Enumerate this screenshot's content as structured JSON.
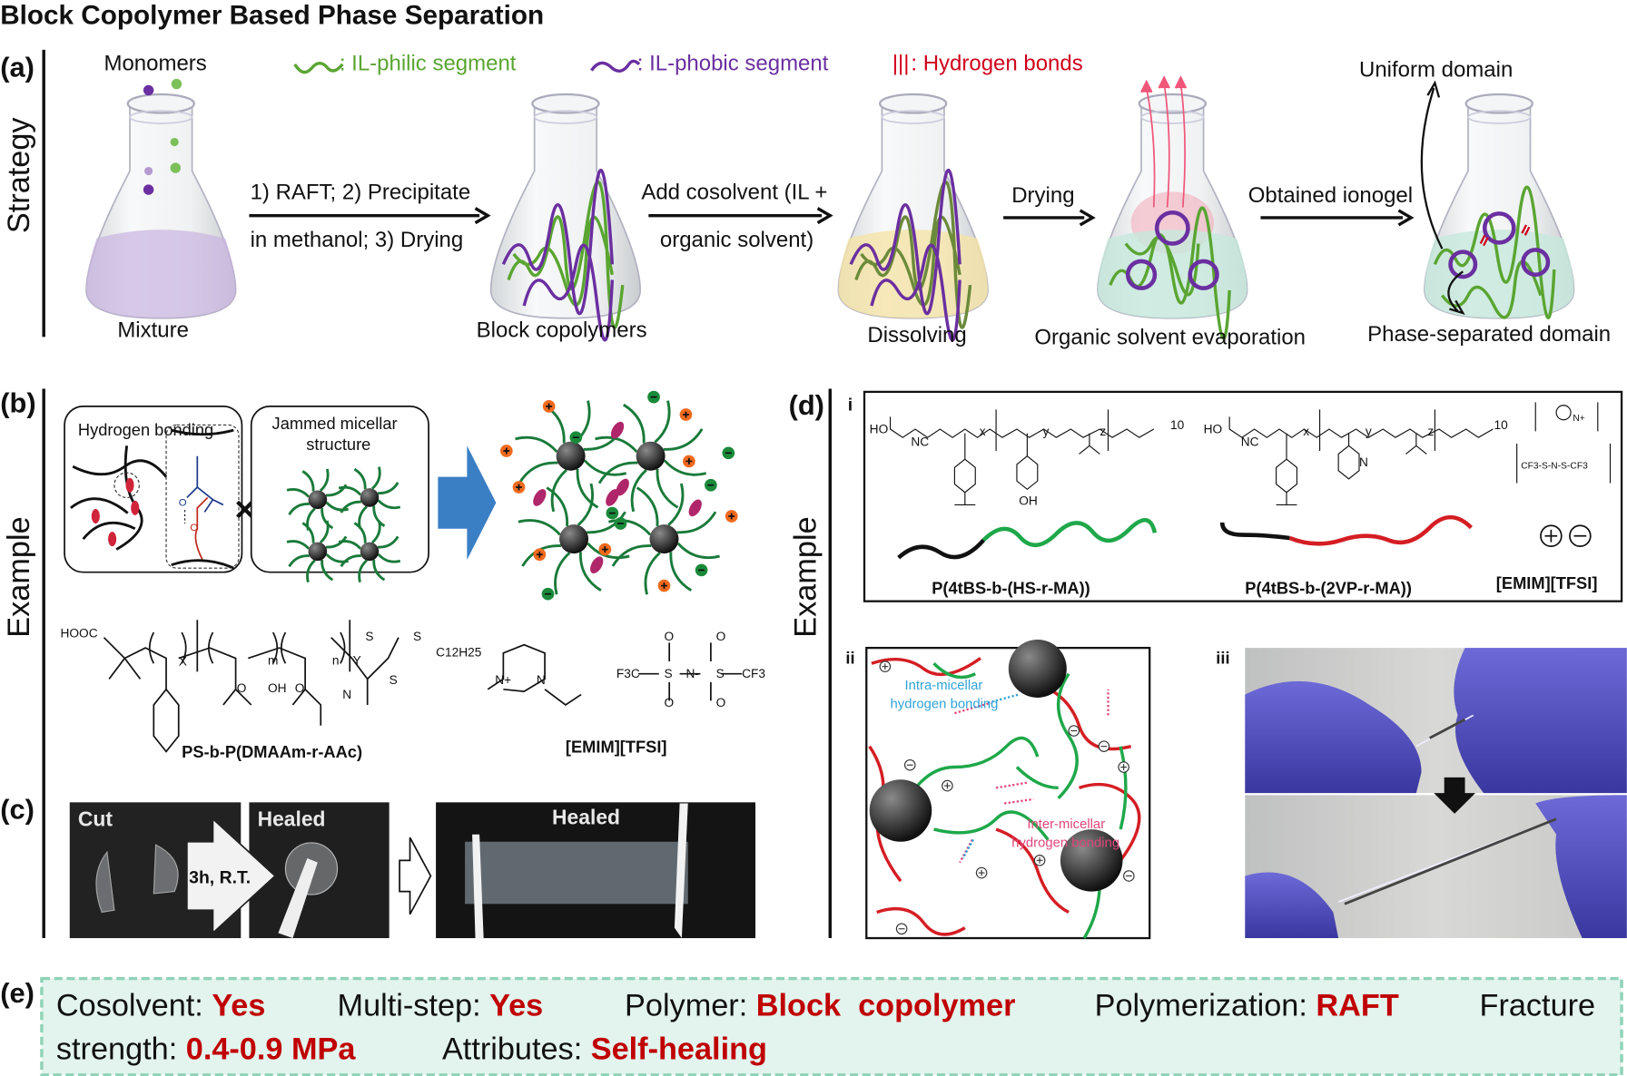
{
  "title": "Block Copolymer Based Phase Separation",
  "panels": {
    "a": "(a)",
    "b": "(b)",
    "c": "(c)",
    "d": "(d)",
    "e": "(e)"
  },
  "side_labels": {
    "strategy": "Strategy",
    "example_b": "Example",
    "example_d": "Example"
  },
  "legend": {
    "monomers": "Monomers",
    "il_philic": ": IL-philic segment",
    "il_phobic": ": IL-phobic segment",
    "hbond_symbol": "|||",
    "hbond": ": Hydrogen bonds",
    "colors": {
      "il_philic": "#5aa532",
      "il_phobic": "#6a2fa0",
      "hbond": "#d0021b"
    }
  },
  "steps": [
    {
      "line1": "1) RAFT; 2) Precipitate",
      "line2": "in methanol; 3) Drying"
    },
    {
      "line1": "Add cosolvent (IL +",
      "line2": "organic solvent)"
    },
    {
      "line1": "Drying"
    },
    {
      "line1": "Obtained ionogel"
    }
  ],
  "flask_labels": [
    "Mixture",
    "Block copolymers",
    "Dissolving",
    "Organic solvent evaporation",
    "Phase-separated domain"
  ],
  "uniform_domain": "Uniform domain",
  "panel_b": {
    "box1_title": "Hydrogen bonding",
    "box2_title_line1": "Jammed micellar",
    "box2_title_line2": "structure",
    "chem_atoms": {
      "hooc": "HOOC",
      "x": "X",
      "m": "m",
      "n": "n",
      "y": "Y",
      "s1": "S",
      "s2": "S",
      "s3": "S",
      "c12h25": "C12H25",
      "oh": "OH",
      "o1": "O",
      "o2": "O",
      "n_amide": "N",
      "n_plus": "N+",
      "n_im": "N",
      "f3c": "F3C",
      "cf3": "CF3",
      "s_a": "S",
      "s_b": "S",
      "n_minus": "N-",
      "o_a": "O",
      "o_b": "O",
      "o_c": "O",
      "o_d": "O"
    },
    "polymer_name": "PS-b-P(DMAAm-r-AAc)",
    "il_name": "[EMIM][TFSI]"
  },
  "panel_c": {
    "cut": "Cut",
    "healed1": "Healed",
    "arrow_text": "3h, R.T.",
    "healed2": "Healed"
  },
  "panel_d": {
    "i": "i",
    "ii": "ii",
    "iii": "iii",
    "polymer1": "P(4tBS-b-(HS-r-MA))",
    "polymer2": "P(4tBS-b-(2VP-r-MA))",
    "il_name": "[EMIM][TFSI]",
    "chem": {
      "ho1": "HO",
      "nc1": "NC",
      "oh1": "OH",
      "sub10a": "10",
      "ho2": "HO",
      "nc2": "NC",
      "n_py": "N",
      "sub10b": "10",
      "x1": "x",
      "y1": "y",
      "z1": "z",
      "x2": "x",
      "y2": "y",
      "z2": "z",
      "cation": "N+",
      "anion": "CF3-S-N-S-CF3"
    },
    "intra_line1": "Intra-micellar",
    "intra_line2": "hydrogen bonding",
    "inter_line1": "Inter-micellar",
    "inter_line2": "hydrogen bonding",
    "colors": {
      "intra": "#2fa3d6",
      "inter": "#e0457b"
    }
  },
  "panel_e": {
    "items": [
      {
        "label": "Cosolvent: ",
        "value": "Yes"
      },
      {
        "label": "Multi-step: ",
        "value": "Yes"
      },
      {
        "label": "Polymer: ",
        "value": "Block  copolymer"
      },
      {
        "label": "Polymerization: ",
        "value": "RAFT"
      },
      {
        "label": "Fracture",
        "label2": "strength: ",
        "value": "0.4-0.9 MPa"
      },
      {
        "label": "Attributes: ",
        "value": "Self-healing"
      }
    ],
    "value_color": "#c00000"
  }
}
